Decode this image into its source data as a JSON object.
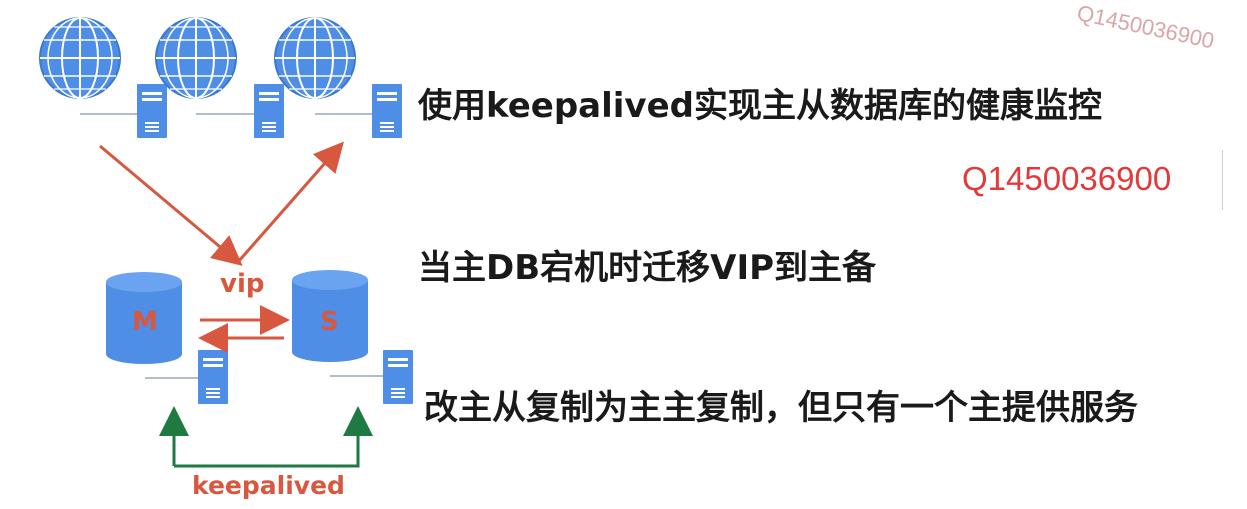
{
  "headings": {
    "monitor": "使用keepalived实现主从数据库的健康监控",
    "failover": "当主DB宕机时迁移VIP到主备",
    "replication": "改主从复制为主主复制，但只有一个主提供服务"
  },
  "contact_id": "Q1450036900",
  "watermark": "Q1450036900",
  "diagram": {
    "vip_label": "vip",
    "master_label": "M",
    "slave_label": "S",
    "keepalived_label": "keepalived",
    "icons": [
      "globe-icon",
      "server-icon",
      "database-icon"
    ]
  },
  "colors": {
    "node_blue": "#4f8ee6",
    "arrow_red": "#d8573f",
    "link_green": "#1f7a42",
    "id_red": "#e23a3a"
  }
}
